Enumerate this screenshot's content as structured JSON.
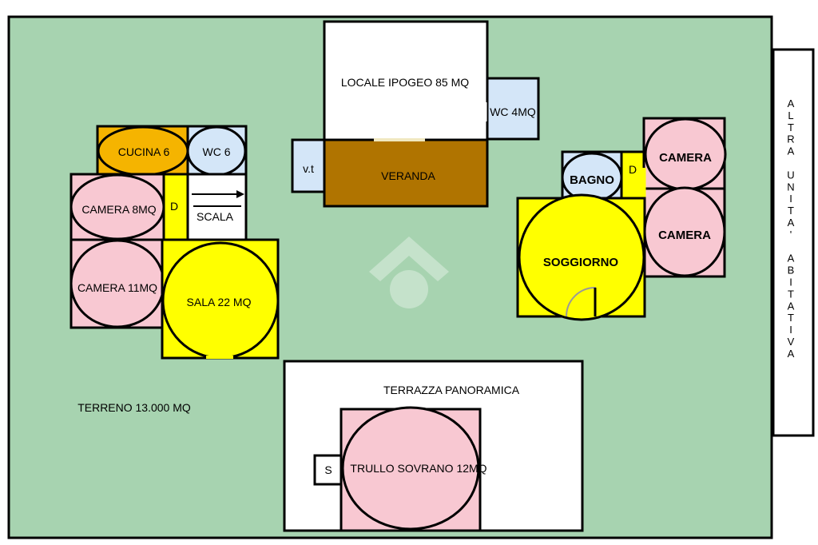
{
  "colors": {
    "ground": "#a7d3b0",
    "yellow": "#ffff00",
    "pink": "#f8c8d2",
    "light_blue": "#d4e6f8",
    "orange": "#f5b400",
    "brown": "#b07400",
    "white": "#ffffff"
  },
  "rooms": {
    "locale_ipogeo": "LOCALE IPOGEO 85 MQ",
    "wc_4": "WC 4MQ",
    "veranda": "VERANDA",
    "vt": "v.t",
    "cucina": "CUCINA 6",
    "wc_6": "WC 6",
    "camera_8": "CAMERA 8MQ",
    "corridor_left": "D",
    "scala": "SCALA",
    "camera_11": "CAMERA 11MQ",
    "sala": "SALA 22 MQ",
    "bagno": "BAGNO",
    "corridor_right": "D",
    "camera_top": "CAMERA",
    "camera_bottom": "CAMERA",
    "soggiorno": "SOGGIORNO",
    "terrazza": "TERRAZZA PANORAMICA",
    "trullo": "TRULLO SOVRANO 12MQ",
    "s": "S"
  },
  "terreno": "TERRENO 13.000 MQ",
  "side_panel": [
    "A",
    "L",
    "T",
    "R",
    "A",
    "",
    "U",
    "N",
    "I",
    "T",
    "A",
    "'",
    "",
    "A",
    "B",
    "I",
    "T",
    "A",
    "T",
    "I",
    "V",
    "A"
  ]
}
